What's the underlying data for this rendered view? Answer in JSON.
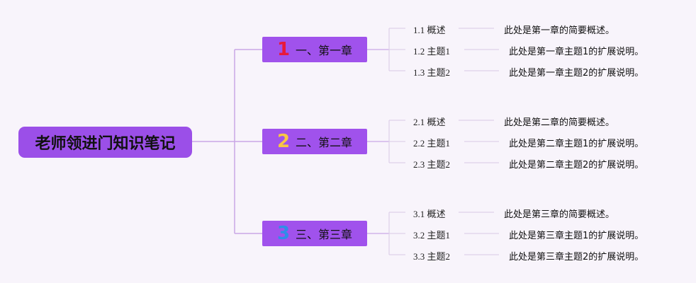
{
  "root": {
    "label": "老师领进门知识笔记"
  },
  "chapters": [
    {
      "num": "1",
      "num_color": "#e8193a",
      "label": "一、第一章",
      "topics": [
        {
          "label": "1.1 概述",
          "note": "此处是第一章的简要概述。"
        },
        {
          "label": "1.2 主题1",
          "note": "此处是第一章主题1的扩展说明。"
        },
        {
          "label": "1.3 主题2",
          "note": "此处是第一章主题2的扩展说明。"
        }
      ]
    },
    {
      "num": "2",
      "num_color": "#f7c744",
      "label": "二、第二章",
      "topics": [
        {
          "label": "2.1 概述",
          "note": "此处是第二章的简要概述。"
        },
        {
          "label": "2.2 主题1",
          "note": "此处是第二章主题1的扩展说明。"
        },
        {
          "label": "2.3 主题2",
          "note": "此处是第二章主题2的扩展说明。"
        }
      ]
    },
    {
      "num": "3",
      "num_color": "#2f8de8",
      "label": "三、第三章",
      "topics": [
        {
          "label": "3.1 概述",
          "note": "此处是第三章的简要概述。"
        },
        {
          "label": "3.2 主题1",
          "note": "此处是第三章主题1的扩展说明。"
        },
        {
          "label": "3.3 主题2",
          "note": "此处是第三章主题2的扩展说明。"
        }
      ]
    }
  ],
  "colors": {
    "background": "#f8f4fb",
    "root_fill": "#9b4fe8",
    "chapter_fill": "#a052ec",
    "connector": "#c9a7e6",
    "leaf_connector": "#ddd0ea"
  }
}
